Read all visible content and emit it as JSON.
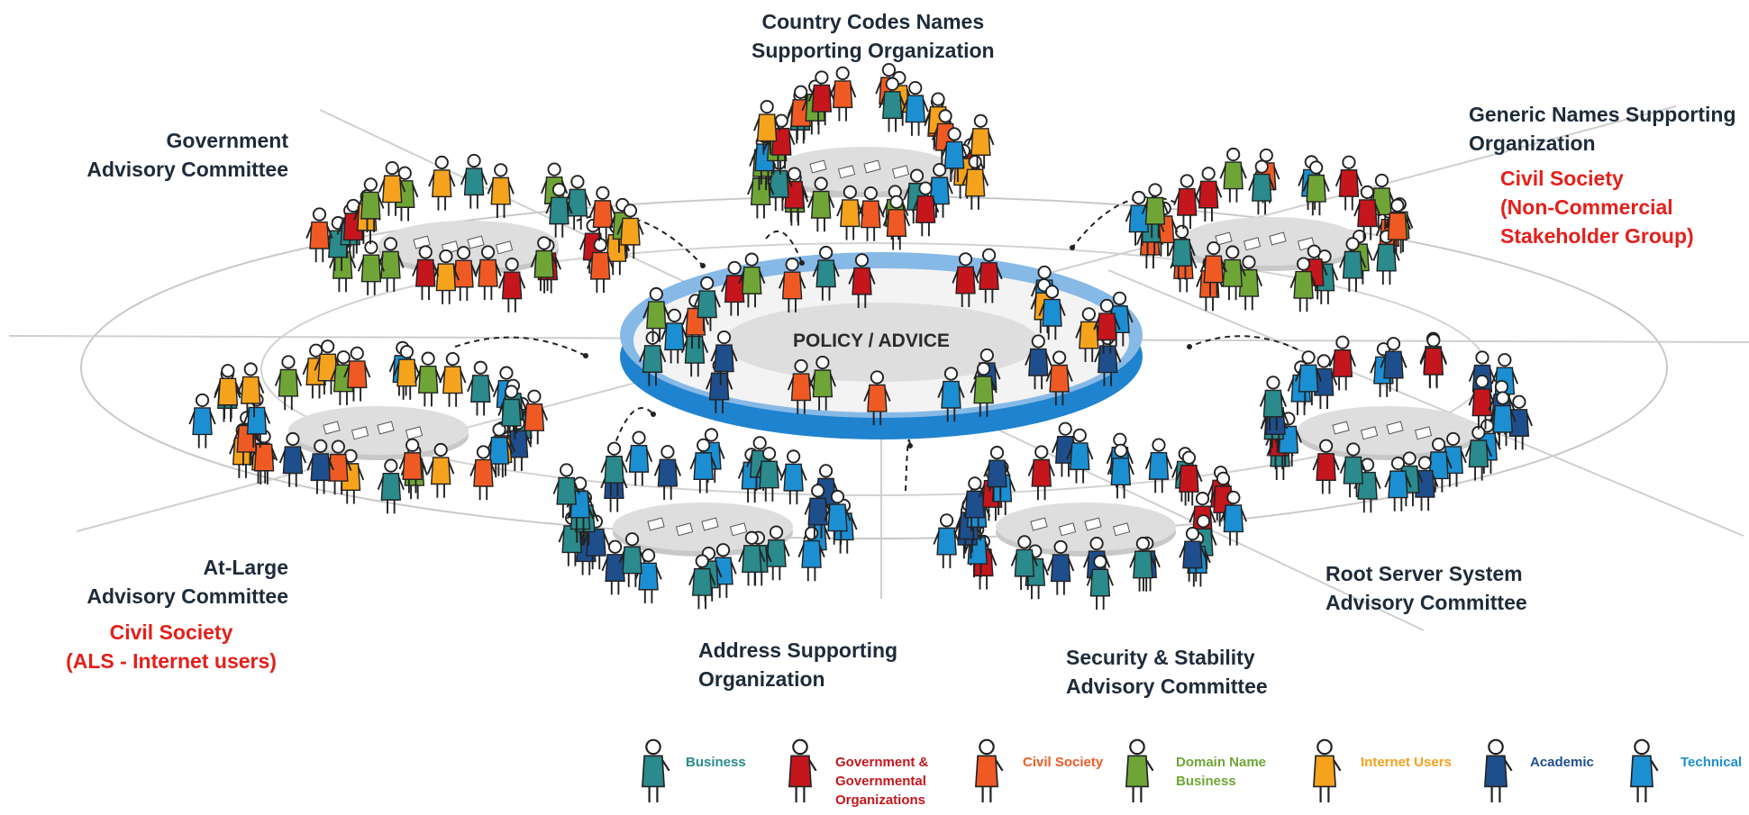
{
  "center": {
    "title": "POLICY / ADVICE"
  },
  "groups": {
    "ccnso": {
      "lines": [
        "Country Codes Names",
        "Supporting Organization"
      ]
    },
    "gac": {
      "lines": [
        "Government",
        "Advisory Committee"
      ]
    },
    "gnso": {
      "lines": [
        "Generic Names Supporting",
        "Organization"
      ],
      "civil": [
        "Civil Society",
        "(Non-Commercial",
        "Stakeholder Group)"
      ]
    },
    "alac": {
      "lines": [
        "At-Large",
        "Advisory Committee"
      ],
      "civil": [
        "Civil Society",
        "(ALS - Internet users)"
      ]
    },
    "aso": {
      "lines": [
        "Address Supporting",
        "Organization"
      ]
    },
    "ssac": {
      "lines": [
        "Security & Stability",
        "Advisory Committee"
      ]
    },
    "rssac": {
      "lines": [
        "Root Server System",
        "Advisory Committee"
      ]
    }
  },
  "legend": [
    {
      "key": "business",
      "lines": [
        "Business"
      ],
      "color": "#2a8a8c"
    },
    {
      "key": "government",
      "lines": [
        "Government &",
        "Governmental",
        "Organizations"
      ],
      "color": "#c4161c"
    },
    {
      "key": "civil",
      "lines": [
        "Civil Society"
      ],
      "color": "#ef5a24"
    },
    {
      "key": "domain",
      "lines": [
        "Domain Name",
        "Business"
      ],
      "color": "#6fa536"
    },
    {
      "key": "internet",
      "lines": [
        "Internet Users"
      ],
      "color": "#f5a21c"
    },
    {
      "key": "academic",
      "lines": [
        "Academic"
      ],
      "color": "#1f4e8c"
    },
    {
      "key": "technical",
      "lines": [
        "Technical"
      ],
      "color": "#1b8fd2"
    }
  ],
  "colors": {
    "business": "#2a8a8c",
    "government": "#c4161c",
    "civil": "#ef5a24",
    "domain": "#6fa536",
    "internet": "#f5a21c",
    "academic": "#1f4e8c",
    "technical": "#1b8fd2",
    "ring": "#3d8fd6",
    "table": "#dedede",
    "civilText": "#e3201b"
  }
}
